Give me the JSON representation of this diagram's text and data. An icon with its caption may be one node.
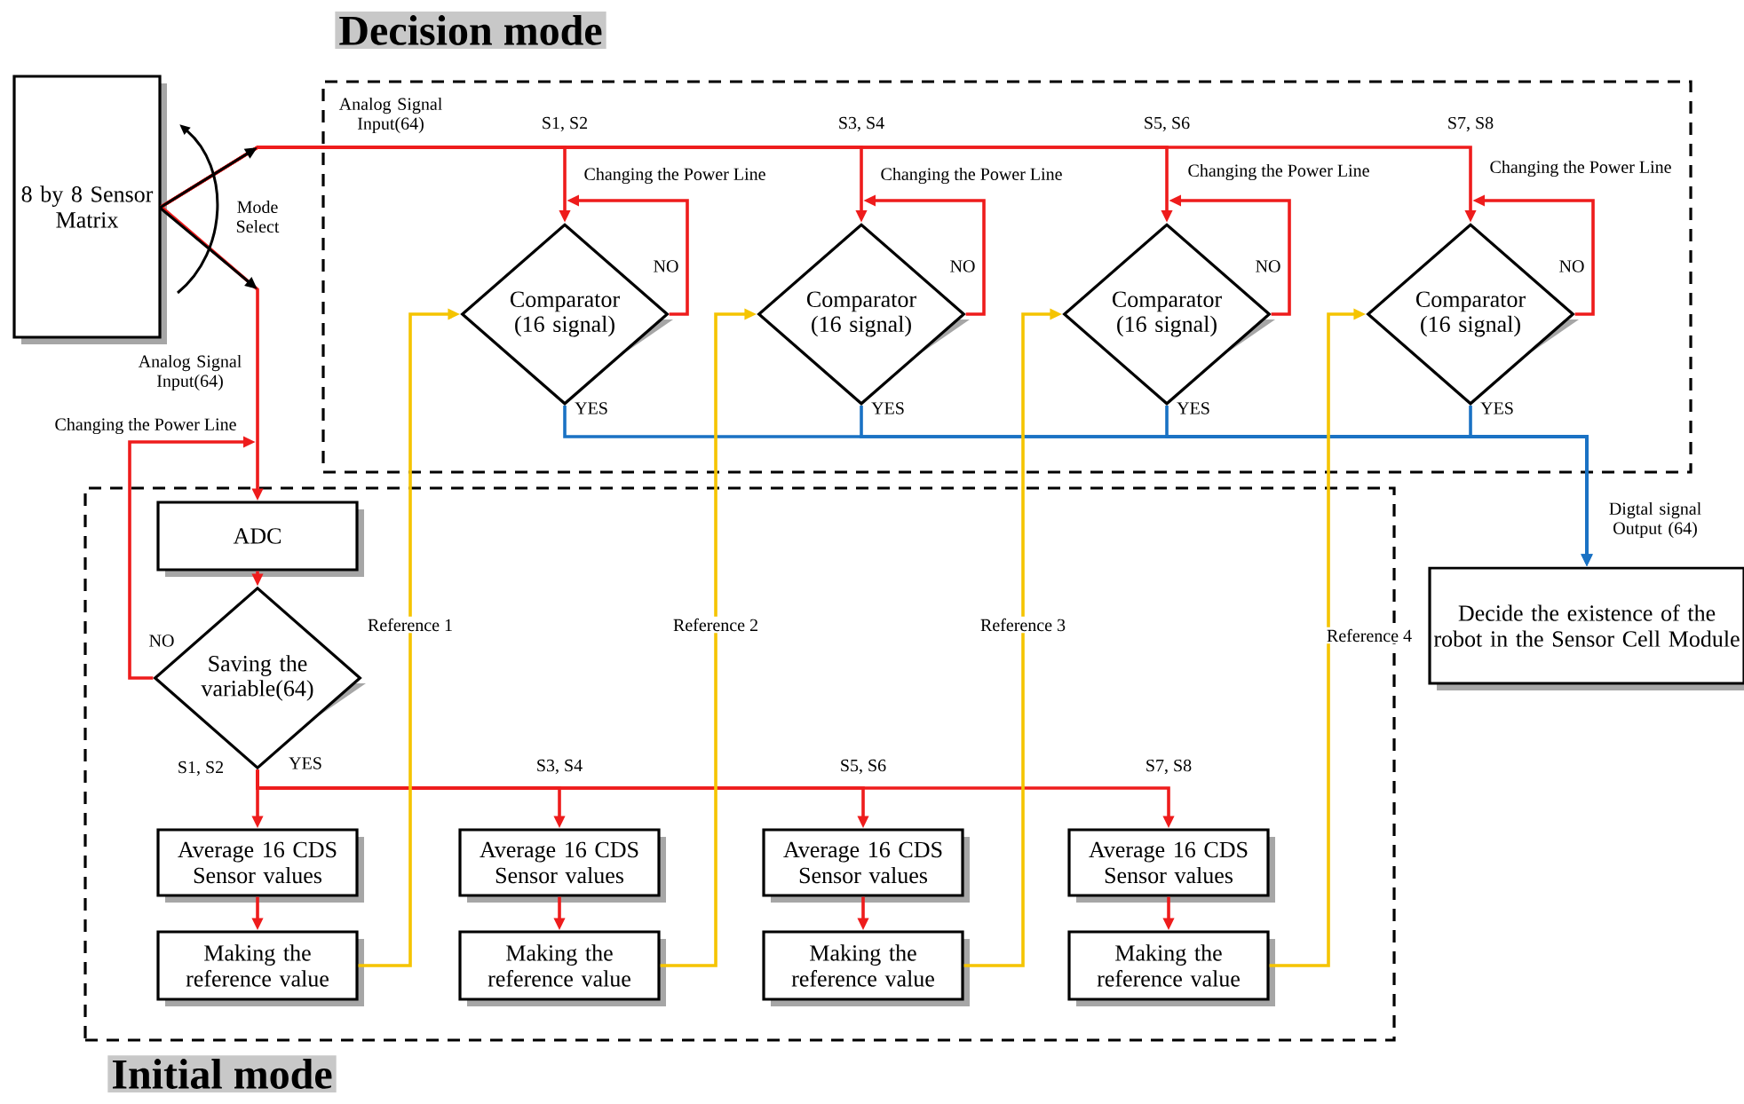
{
  "diagram": {
    "nodes": [
      {
        "text": [
          "Decision mode"
        ]
      },
      {
        "text": [
          "Initial mode"
        ]
      },
      {
        "text": [
          "8 by 8 Sensor Matrix"
        ]
      },
      {
        "text": [
          "Comparator (16 signal)"
        ],
        "in": 0
      },
      {
        "text": [
          "Comparator (16 signal)"
        ],
        "in": 0
      },
      {
        "text": [
          "Comparator (16 signal)"
        ],
        "in": 0
      },
      {
        "text": [
          "Comparator (16 signal)"
        ],
        "in": 0
      },
      {
        "text": [
          "ADC"
        ],
        "in": 1
      },
      {
        "text": [
          "Saving the variable(64)"
        ],
        "in": 1
      },
      {
        "text": [
          "Average  16 CDS Sensor values"
        ],
        "in": 1
      },
      {
        "text": [
          "Average  16 CDS Sensor values"
        ],
        "in": 1
      },
      {
        "text": [
          "Average  16 CDS Sensor values"
        ],
        "in": 1
      },
      {
        "text": [
          "Average  16 CDS Sensor values"
        ],
        "in": 1
      },
      {
        "text": [
          "Making the reference value"
        ],
        "in": 1
      },
      {
        "text": [
          "Making the reference value"
        ],
        "in": 1
      },
      {
        "text": [
          "Making the reference value"
        ],
        "in": 1
      },
      {
        "text": [
          "Making the reference value"
        ],
        "in": 1
      },
      {
        "text": [
          "Decide the existence of the robot in the Sensor Cell Module"
        ]
      }
    ],
    "edges": [
      {
        "from": 2,
        "to": 3,
        "arrow": "to",
        "label": "S1, S2"
      },
      {
        "from": 2,
        "to": 4,
        "arrow": "to",
        "label": "S3, S4"
      },
      {
        "from": 2,
        "to": 5,
        "arrow": "to",
        "label": "S5, S6"
      },
      {
        "from": 2,
        "to": 6,
        "arrow": "to",
        "label": "S7, S8"
      },
      {
        "from": 2,
        "to": 7,
        "arrow": "to"
      },
      {
        "from": 3,
        "to": 3,
        "arrow": "to",
        "label": "NO"
      },
      {
        "from": 4,
        "to": 4,
        "arrow": "to",
        "label": "NO"
      },
      {
        "from": 5,
        "to": 5,
        "arrow": "to",
        "label": "NO"
      },
      {
        "from": 6,
        "to": 6,
        "arrow": "to",
        "label": "NO"
      },
      {
        "from": 3,
        "to": 17,
        "arrow": "to",
        "label": "YES",
        "color": "#1a72c4"
      },
      {
        "from": 4,
        "to": 17,
        "arrow": "to",
        "label": "YES",
        "color": "#1a72c4"
      },
      {
        "from": 5,
        "to": 17,
        "arrow": "to",
        "label": "YES",
        "color": "#1a72c4"
      },
      {
        "from": 6,
        "to": 17,
        "arrow": "to",
        "label": "YES",
        "color": "#1a72c4"
      },
      {
        "from": 7,
        "to": 8,
        "arrow": "to"
      },
      {
        "from": 8,
        "to": 7,
        "arrow": "to",
        "label": "NO"
      },
      {
        "from": 8,
        "to": 9,
        "arrow": "to",
        "label": "S1, S2"
      },
      {
        "from": 8,
        "to": 10,
        "arrow": "to",
        "label": "S3, S4"
      },
      {
        "from": 8,
        "to": 11,
        "arrow": "to",
        "label": "S5, S6"
      },
      {
        "from": 8,
        "to": 12,
        "arrow": "to",
        "label": "S7, S8"
      },
      {
        "from": 9,
        "to": 13,
        "arrow": "to"
      },
      {
        "from": 10,
        "to": 14,
        "arrow": "to"
      },
      {
        "from": 11,
        "to": 15,
        "arrow": "to"
      },
      {
        "from": 12,
        "to": 16,
        "arrow": "to"
      },
      {
        "from": 13,
        "to": 3,
        "arrow": "to",
        "label": "Reference 1",
        "color": "#f5c400"
      },
      {
        "from": 14,
        "to": 4,
        "arrow": "to",
        "label": "Reference 2",
        "color": "#f5c400"
      },
      {
        "from": 15,
        "to": 5,
        "arrow": "to",
        "label": "Reference 3",
        "color": "#f5c400"
      },
      {
        "from": 16,
        "to": 6,
        "arrow": "to",
        "label": "Reference 4",
        "color": "#f5c400"
      }
    ],
    "labels": [
      "Analog Signal Input(64)",
      "Mode Select",
      "Changing the Power Line",
      "Changing the Power Line",
      "Changing the Power Line",
      "Changing the Power Line",
      "Analog Signal Input(64)",
      "Changing the Power Line",
      "Digtal signal Output (64)",
      "YES"
    ]
  }
}
